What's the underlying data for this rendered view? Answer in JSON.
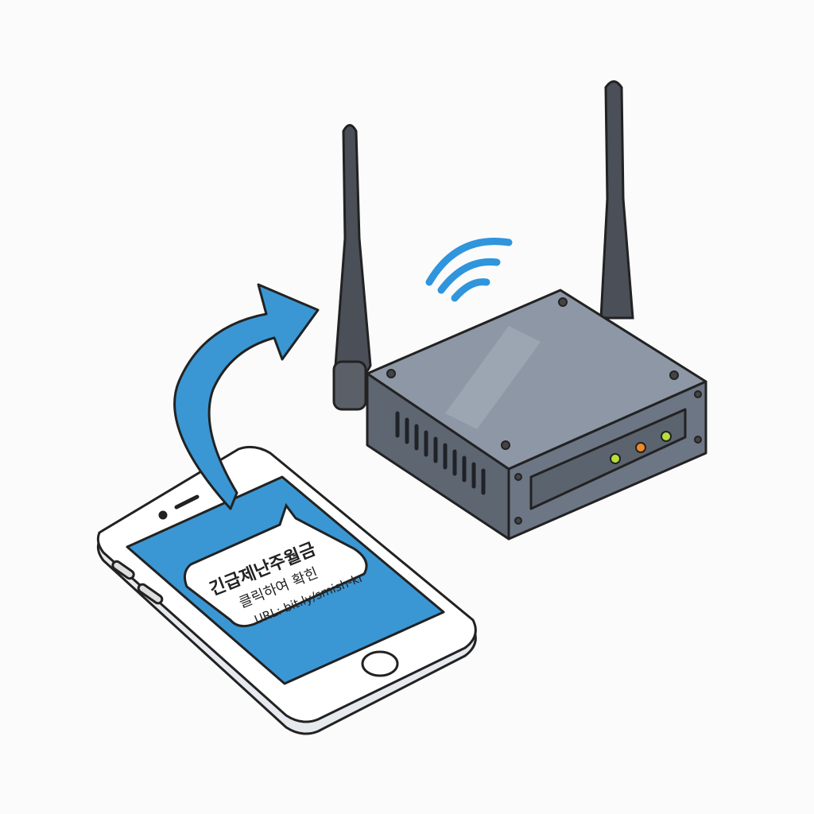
{
  "phone": {
    "message": {
      "line1": "긴급제난주월금",
      "line2": "클릭하여 확힌",
      "line3": "URL: bit.ly/smish-kr"
    },
    "screen_color": "#3a97d4"
  },
  "arrow": {
    "color": "#3a97d4"
  },
  "wifi": {
    "color": "#2f95dc"
  },
  "router": {
    "body_color": "#6d7684",
    "leds": [
      "#b6e03a",
      "#f08a24",
      "#b6e03a"
    ]
  }
}
